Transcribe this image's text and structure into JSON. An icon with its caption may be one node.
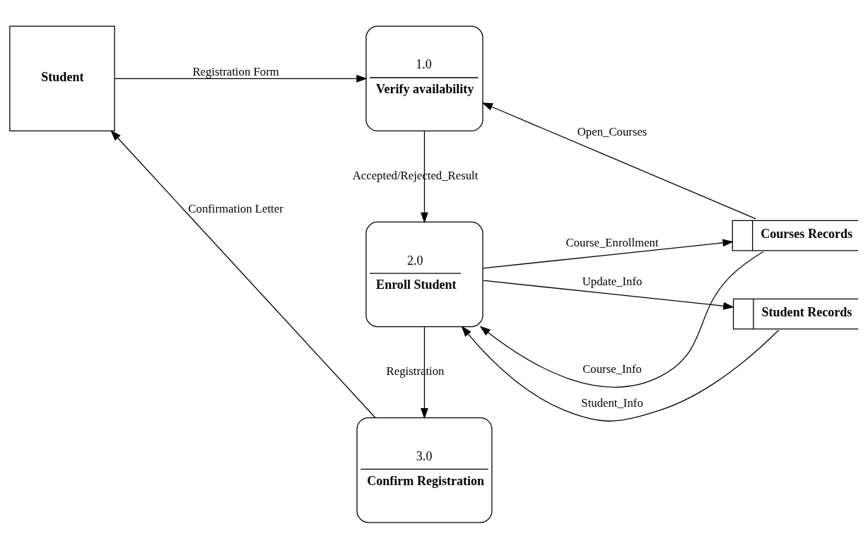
{
  "diagram": {
    "nodes": [
      {
        "text": [
          "Student"
        ]
      },
      {
        "text": [
          "1.0",
          "Verify availability"
        ]
      },
      {
        "text": [
          "2.0",
          "Enroll Student"
        ]
      },
      {
        "text": [
          "3.0",
          "Confirm Registration"
        ]
      },
      {
        "text": [
          "Courses Records"
        ]
      },
      {
        "text": [
          "Student Records"
        ]
      }
    ],
    "edges": [
      {
        "from": 0,
        "to": 1,
        "arrow": "to",
        "label": "Registration Form"
      },
      {
        "from": 4,
        "to": 1,
        "arrow": "to",
        "label": "Open_Courses"
      },
      {
        "from": 1,
        "to": 2,
        "arrow": "to",
        "label": "Accepted/Rejected_Result"
      },
      {
        "from": 4,
        "to": 2,
        "arrow": "to",
        "label": "Course_Info"
      },
      {
        "from": 2,
        "to": 4,
        "arrow": "to",
        "label": "Course_Enrollment"
      },
      {
        "from": 3,
        "to": 0,
        "arrow": "to",
        "label": "Confirmation Letter"
      },
      {
        "from": 5,
        "to": 2,
        "arrow": "to",
        "label": "Student_Info"
      },
      {
        "from": 2,
        "to": 5,
        "arrow": "to",
        "label": "Update_Info"
      },
      {
        "from": 2,
        "to": 3,
        "arrow": "to",
        "label": "Registration"
      }
    ]
  }
}
